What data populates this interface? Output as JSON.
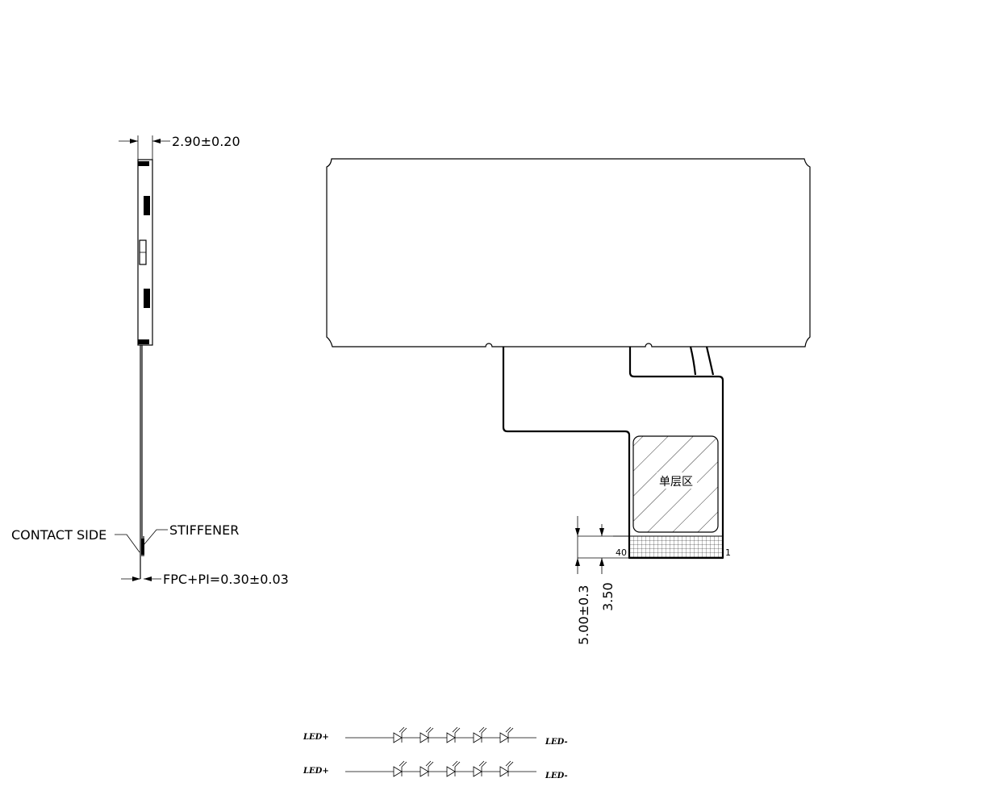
{
  "side_view": {
    "thickness_dim": "2.90±0.20",
    "contact_side_label": "CONTACT  SIDE",
    "stiffener_label": "STIFFENER",
    "fpc_thickness_dim": "FPC+PI=0.30±0.03"
  },
  "front_view": {
    "single_layer_label": "单层区",
    "pin_first": "40",
    "pin_last": "1",
    "dim_outer": "5.00±0.3",
    "dim_inner": "3.50"
  },
  "led_circuit": {
    "rows": [
      {
        "anode_label": "LED+",
        "cathode_label": "LED-",
        "led_count": 5
      },
      {
        "anode_label": "LED+",
        "cathode_label": "LED-",
        "led_count": 5
      }
    ]
  }
}
